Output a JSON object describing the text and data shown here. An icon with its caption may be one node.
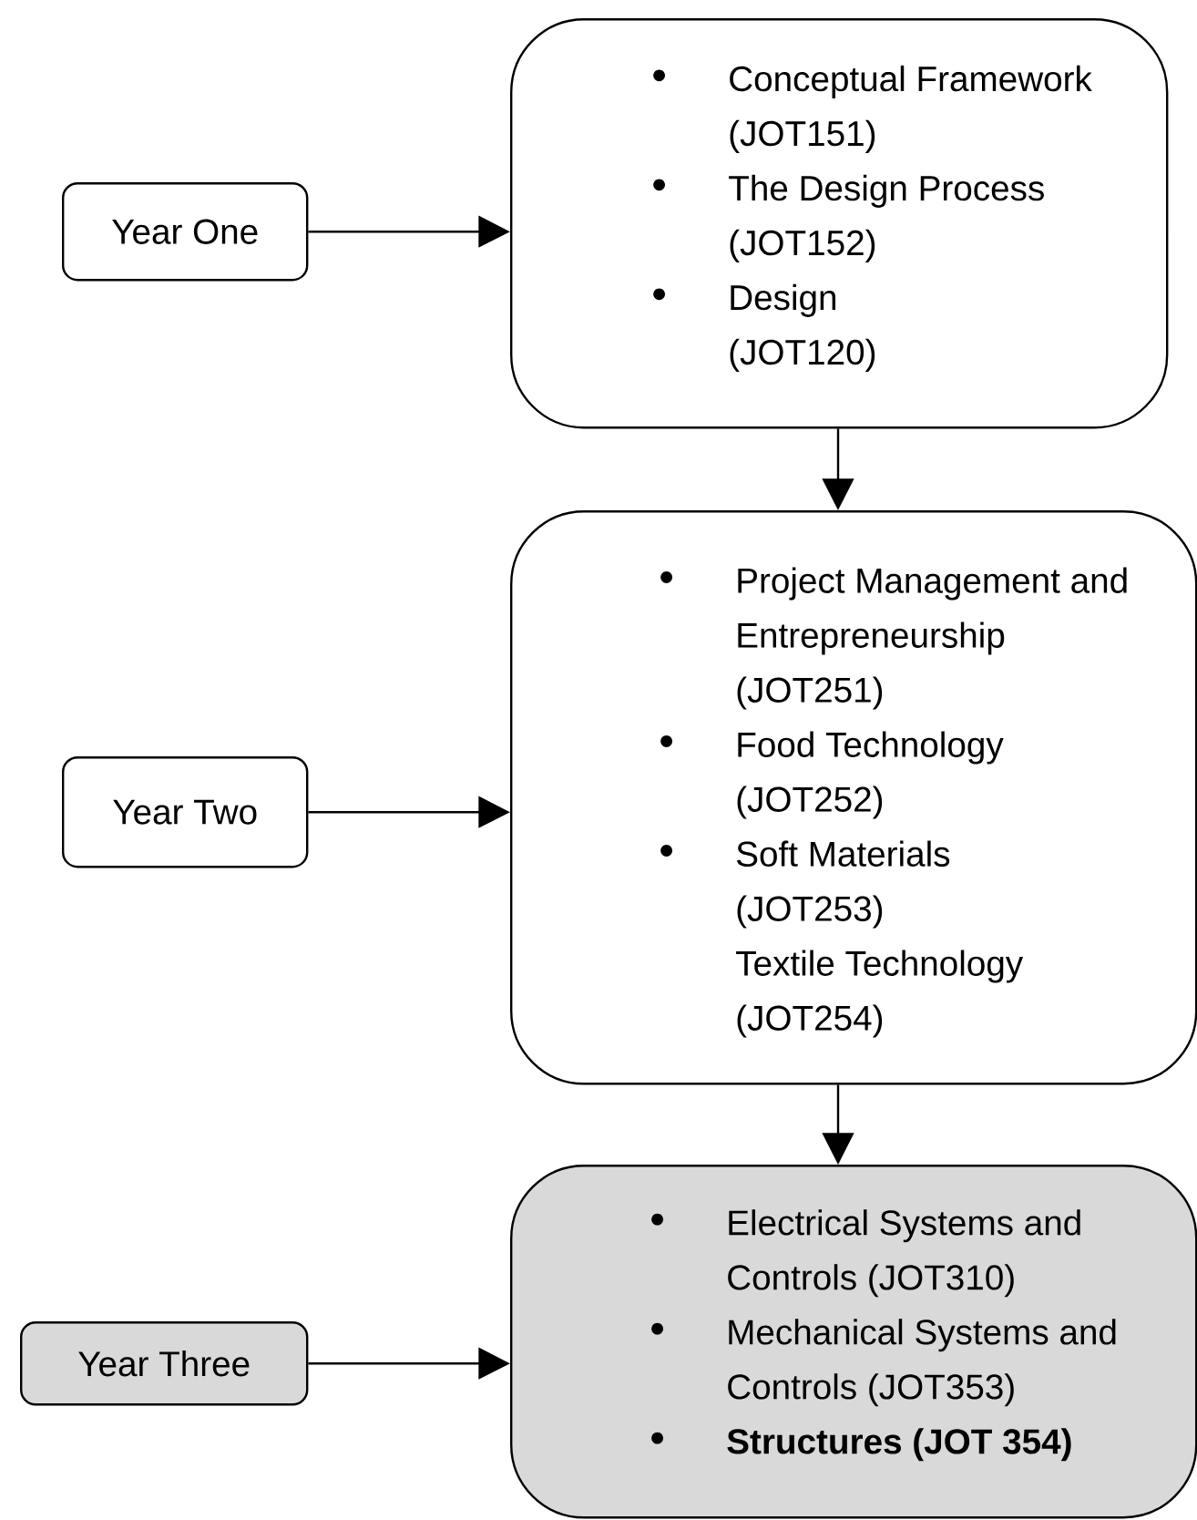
{
  "diagram": {
    "nodes": [
      {
        "text": [
          "Year One"
        ]
      },
      {
        "text": [
          "Conceptual Framework (JOT151)",
          "The Design Process (JOT152)",
          "Design (JOT120)"
        ]
      },
      {
        "text": [
          "Year Two"
        ]
      },
      {
        "text": [
          "Project Management and Entrepreneurship (JOT251)",
          "Food Technology (JOT252)",
          "Soft Materials (JOT253)",
          "Textile Technology (JOT254)"
        ]
      },
      {
        "text": [
          "Year Three"
        ]
      },
      {
        "text": [
          "Electrical Systems and Controls (JOT310)",
          "Mechanical Systems and Controls (JOT353)",
          "Structures (JOT 354)"
        ]
      }
    ],
    "edges": [
      {
        "from": 0,
        "to": 1,
        "arrow": "to"
      },
      {
        "from": 1,
        "to": 3,
        "arrow": "to"
      },
      {
        "from": 2,
        "to": 3,
        "arrow": "to"
      },
      {
        "from": 3,
        "to": 5,
        "arrow": "to"
      },
      {
        "from": 4,
        "to": 5,
        "arrow": "to"
      }
    ]
  }
}
